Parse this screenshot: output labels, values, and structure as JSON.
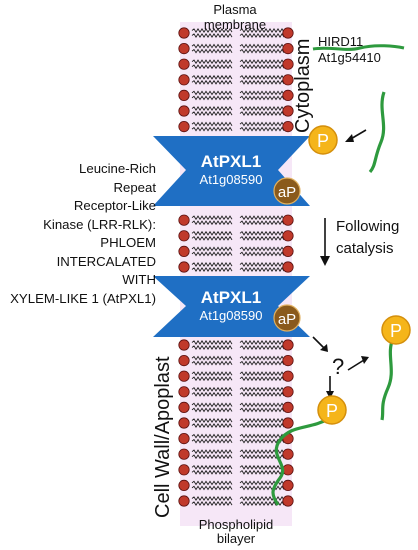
{
  "labels": {
    "top": [
      "Plasma",
      "membrane"
    ],
    "bottom": [
      "Phospholipid",
      "bilayer"
    ],
    "cytoplasm": "Cytoplasm",
    "cell_wall": "Cell Wall/Apoplast",
    "hird_name": "HIRD11",
    "hird_id": "At1g54410",
    "following": [
      "Following",
      "catalysis"
    ],
    "question": "?",
    "lrr": [
      "Leucine-Rich",
      "Repeat",
      "Receptor-Like",
      "Kinase (LRR-RLK):",
      "PHLOEM",
      "INTERCALATED",
      "WITH",
      "XYLEM-LIKE 1 (AtPXL1)"
    ]
  },
  "kinase_top": {
    "name": "AtPXL1",
    "id": "At1g08590",
    "phospho_label": "aP"
  },
  "kinase_bottom": {
    "name": "AtPXL1",
    "id": "At1g08590",
    "phospho_label": "aP"
  },
  "phosphate_label": "P",
  "colors": {
    "kinase_blue": "#1f6fc4",
    "lipid_head": "#c0392b",
    "membrane_band": "#f6e7f7",
    "peptide_green": "#2e9a3e",
    "phosphate_gold": "#f5b51a",
    "autophos_brown": "#8a5a1c"
  }
}
